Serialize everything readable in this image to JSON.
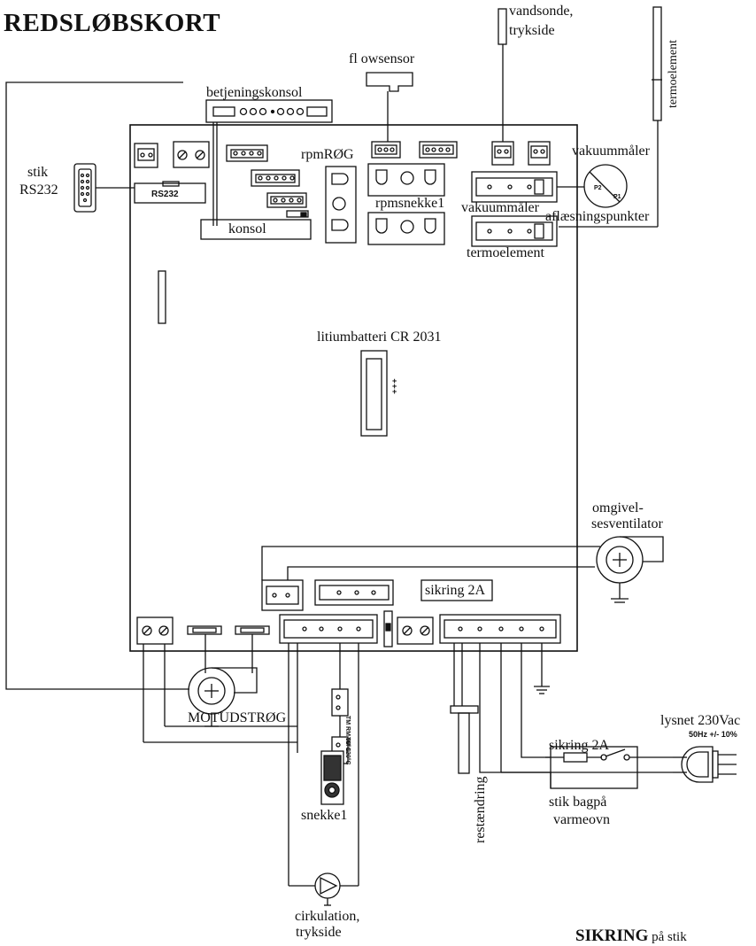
{
  "title": "REDSLØBSKORT",
  "labels": {
    "betjeningskonsol": "betjeningskonsol",
    "flowsensor": "fl owsensor",
    "vandsonde": "vandsonde,",
    "vandsonde_2": "trykside",
    "termoelement_top": "termoelement",
    "stik": "stik",
    "rs232": "RS232",
    "rs232_chip": "RS232",
    "rpmrog": "rpmRØG",
    "rpmsnekke": "rpmsnekke1",
    "vakuummaler_right": "vakuummåler",
    "vakuummaler_conn": "vakuummåler",
    "aflaesningspunkter": "aflæsningspunkter",
    "termoelement_conn": "termoelement",
    "konsol": "konsol",
    "litium": "litiumbatteri CR 2031",
    "omgivel_1": "omgivel-",
    "omgivel_2": "sesventilator",
    "sikring_board": "sikring 2A",
    "motudstrog": "MOTUDSTRØG",
    "lysnet": "lysnet 230Vac",
    "lysnet_spec": "50Hz +/- 10%",
    "sikring_ext": "sikring 2A",
    "stik_bagpa_1": "stik bagpå",
    "stik_bagpa_2": "varmeovn",
    "restaending": "restændring",
    "snekke": "snekke1",
    "cirk_1": "cirkulation,",
    "cirk_2": "trykside",
    "tm_rm": "TM RM 90°C",
    "tm_120": "TM 120°C",
    "gauge_p2": "P2",
    "gauge_p1": "P1",
    "footer_bold": "SIKRING",
    "footer_rest": " på stik"
  }
}
